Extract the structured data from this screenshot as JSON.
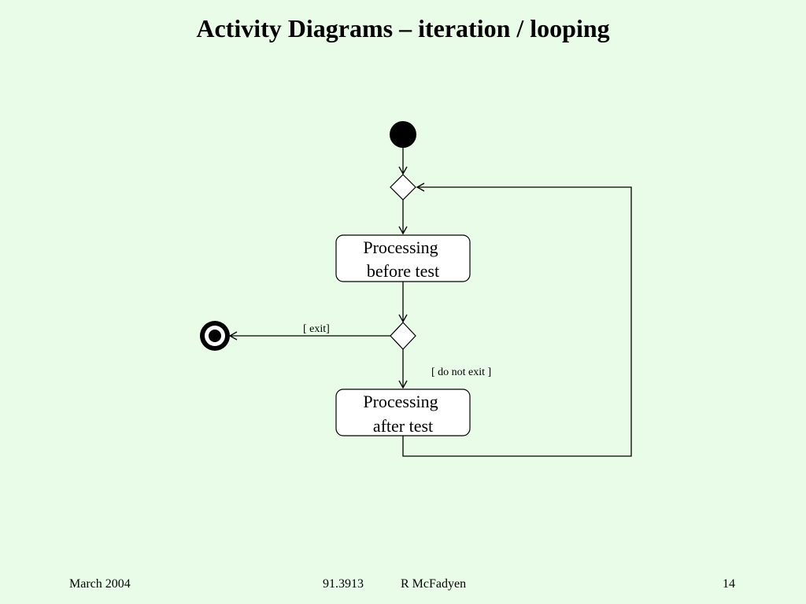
{
  "slide": {
    "title": "Activity Diagrams – iteration / looping"
  },
  "diagram": {
    "nodes": {
      "processing_before_test": {
        "line1": "Processing",
        "line2": "before test"
      },
      "processing_after_test": {
        "line1": "Processing",
        "line2": "after test"
      }
    },
    "guards": {
      "exit": "[ exit]",
      "do_not_exit": "[ do not exit ]"
    }
  },
  "footer": {
    "date": "March 2004",
    "course": "91.3913",
    "author": "R McFadyen",
    "page": "14"
  }
}
